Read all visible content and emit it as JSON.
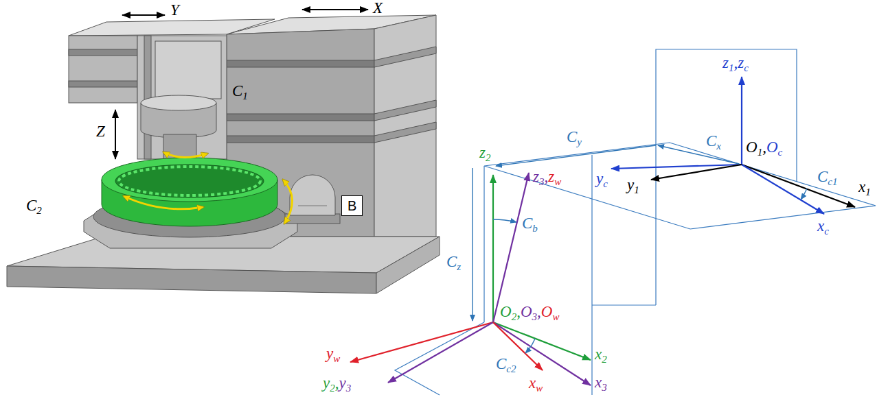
{
  "diagram": {
    "nodes": [
      {
        "text": [
          "B"
        ]
      }
    ],
    "labels": [
      "Y",
      "X",
      "Z",
      "C1",
      "C2",
      "z1,zc",
      "Cy",
      "Cx",
      "O1,Oc",
      "yc",
      "Cc1",
      "y1",
      "x1",
      "xc",
      "z2",
      "z3,zw",
      "Cb",
      "Cz",
      "O2,O3,Ow",
      "yw",
      "y2,y3",
      "x2",
      "Cc2",
      "xw",
      "x3"
    ]
  }
}
